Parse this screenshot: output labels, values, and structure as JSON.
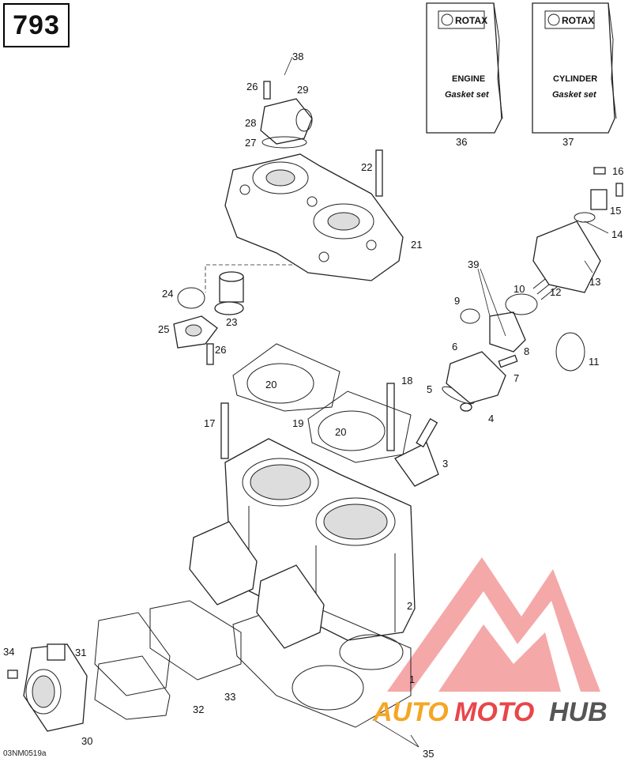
{
  "page_number": "793",
  "drawing_code": "03NM0519a",
  "brand": {
    "name": "ROTAX",
    "gear_icon": "gear-icon"
  },
  "booklets": [
    {
      "id": "36",
      "title": "ENGINE",
      "subtitle": "Gasket set"
    },
    {
      "id": "37",
      "title": "CYLINDER",
      "subtitle": "Gasket set"
    }
  ],
  "callouts": [
    "1",
    "2",
    "3",
    "4",
    "5",
    "6",
    "7",
    "8",
    "9",
    "10",
    "11",
    "12",
    "13",
    "14",
    "15",
    "16",
    "17",
    "18",
    "19",
    "20",
    "20",
    "21",
    "22",
    "23",
    "24",
    "25",
    "26",
    "26",
    "27",
    "28",
    "29",
    "30",
    "31",
    "32",
    "33",
    "34",
    "35",
    "36",
    "37",
    "38",
    "39"
  ],
  "watermark": {
    "text_a": "AUTO",
    "text_b": "MOTO",
    "text_c": "HUB",
    "color_orange": "#f5a623",
    "color_red": "#e8464a",
    "color_dark": "#555555"
  }
}
